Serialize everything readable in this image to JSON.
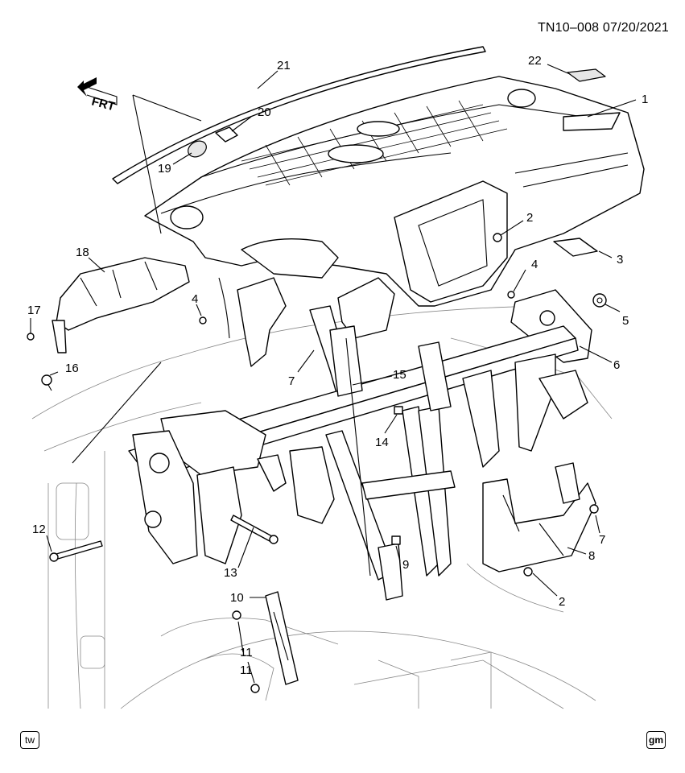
{
  "header": {
    "ref_code": "TN10–008  07/20/2021"
  },
  "orientation": {
    "label": "FRT"
  },
  "callouts": [
    "1",
    "2",
    "3",
    "4",
    "5",
    "6",
    "7",
    "8",
    "9",
    "10",
    "11",
    "12",
    "13",
    "14",
    "15",
    "16",
    "17",
    "18",
    "19",
    "20",
    "21",
    "22",
    "2",
    "4",
    "7",
    "11"
  ],
  "footer": {
    "left_badge": "tw",
    "right_badge": "gm"
  },
  "colors": {
    "line": "#000000",
    "ghost": "#888888",
    "background": "#ffffff"
  }
}
